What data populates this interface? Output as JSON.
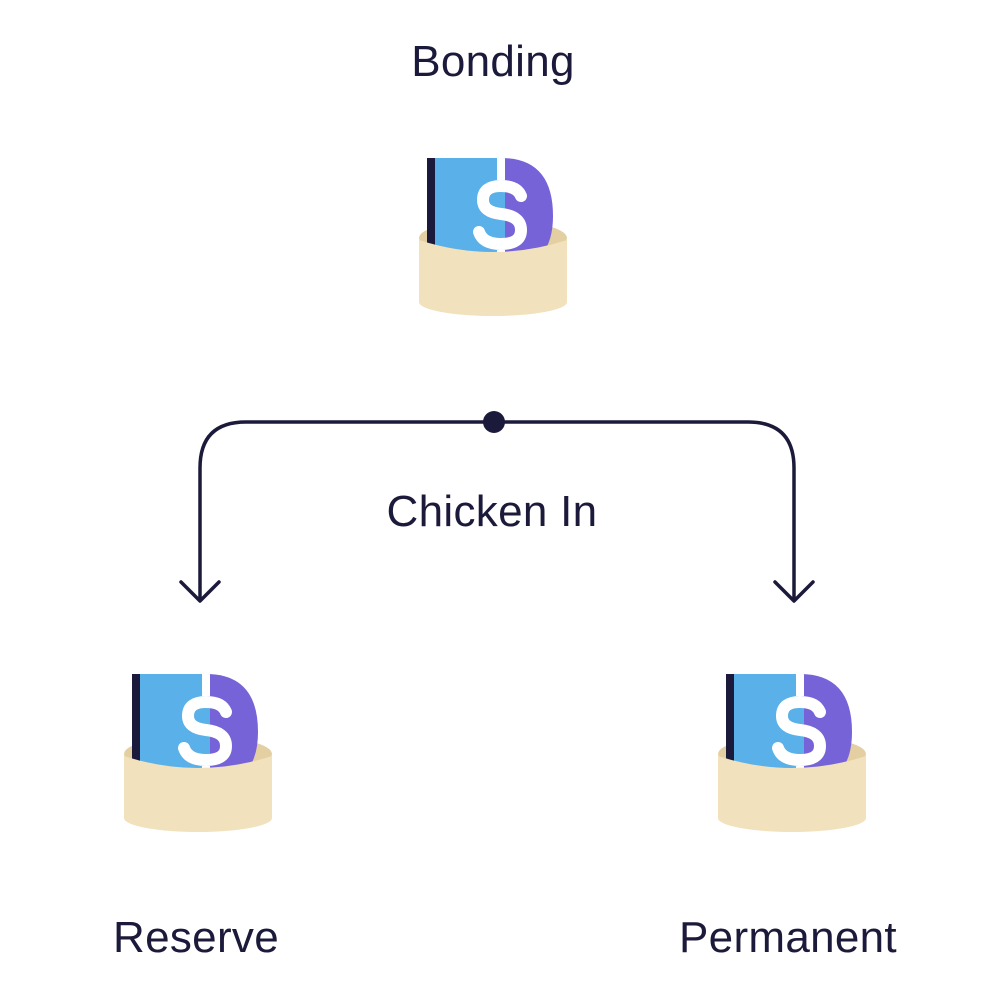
{
  "colors": {
    "ink": "#1c1a3b",
    "coin_blue": "#5ab0e8",
    "coin_purple": "#7663d8",
    "coin_symbol": "#ffffff",
    "pot_fill": "#f1e1bd",
    "pot_inner": "#e3cfa2",
    "background": "#ffffff"
  },
  "nodes": {
    "source": {
      "label": "Bonding",
      "icon": "dollar-coin-in-pot-icon"
    },
    "left": {
      "label": "Reserve",
      "icon": "dollar-coin-in-pot-icon"
    },
    "right": {
      "label": "Permanent",
      "icon": "dollar-coin-in-pot-icon"
    }
  },
  "edge": {
    "label": "Chicken In",
    "from": "source",
    "to": [
      "left",
      "right"
    ]
  }
}
